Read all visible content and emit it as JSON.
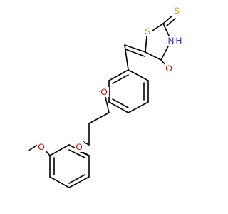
{
  "molecule": {
    "atoms": {
      "sulfur_ring": {
        "label": "S",
        "color": "#b5a000"
      },
      "thione_sulfur": {
        "label": "S",
        "color": "#b5a000"
      },
      "amide_nh": {
        "label": "N",
        "h_label": "H",
        "color": "#2020c8"
      },
      "carbonyl_oxygen": {
        "label": "O",
        "color": "#e00000"
      },
      "ether_oxygen_aryl": {
        "label": "O",
        "color": "#e00000"
      },
      "ether_oxygen_propyl": {
        "label": "O",
        "color": "#e00000"
      },
      "methoxy_oxygen": {
        "label": "O",
        "color": "#e00000"
      }
    },
    "bond_color": "#000000"
  }
}
